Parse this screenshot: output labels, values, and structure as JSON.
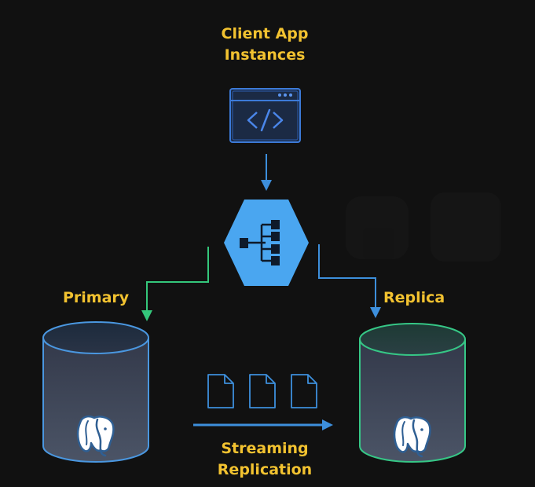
{
  "client": {
    "title_line1": "Client App",
    "title_line2": "Instances",
    "icon": "code-window-icon"
  },
  "load_balancer": {
    "icon": "load-balancer-hexagon-icon"
  },
  "primary": {
    "label": "Primary",
    "icon": "postgresql-elephant-icon"
  },
  "replica": {
    "label": "Replica",
    "icon": "postgresql-elephant-icon"
  },
  "replication": {
    "label_line1": "Streaming",
    "label_line2": "Replication",
    "documents": [
      "document-icon",
      "document-icon",
      "document-icon"
    ]
  },
  "colors": {
    "background": "#111111",
    "label": "#f2c230",
    "blue": "#3d8fdc",
    "green": "#34c77b",
    "hexagon": "#4aa6f0",
    "primary_cylinder_stroke": "#4a97e0",
    "replica_cylinder_stroke": "#36c786"
  }
}
